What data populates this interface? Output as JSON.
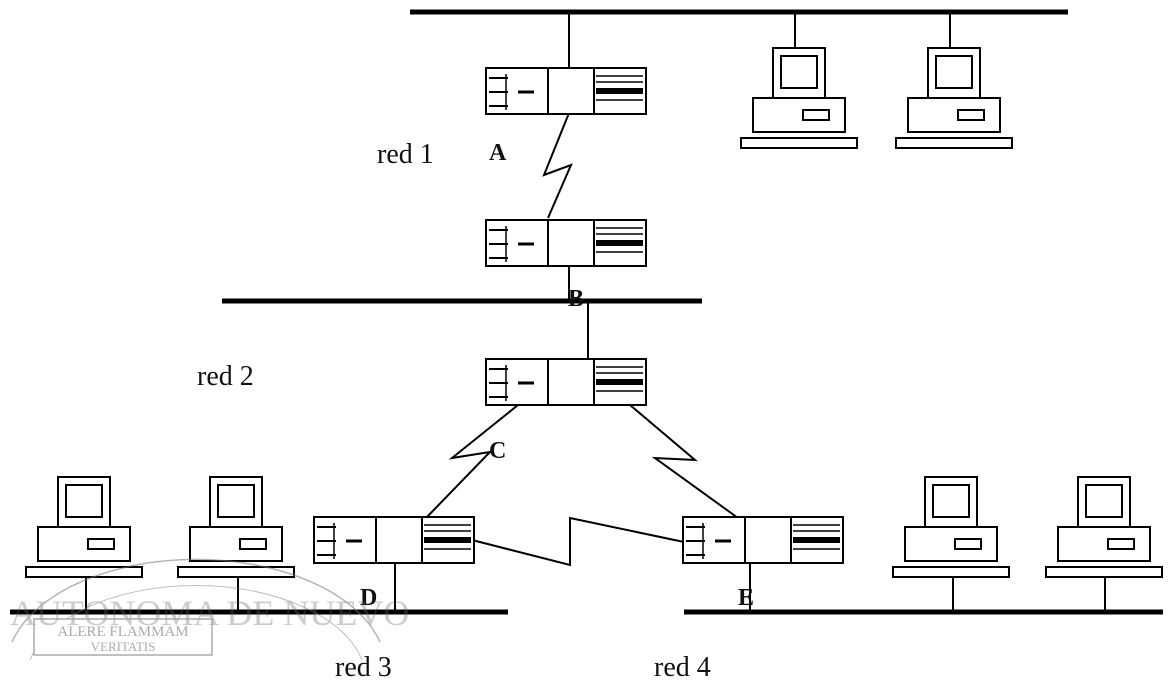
{
  "networks": [
    {
      "id": "red1",
      "label": "red 1"
    },
    {
      "id": "red2",
      "label": "red 2"
    },
    {
      "id": "red3",
      "label": "red 3"
    },
    {
      "id": "red4",
      "label": "red 4"
    }
  ],
  "routers": [
    {
      "id": "A",
      "label": "A"
    },
    {
      "id": "B",
      "label": "B"
    },
    {
      "id": "C",
      "label": "C"
    },
    {
      "id": "D",
      "label": "D"
    },
    {
      "id": "E",
      "label": "E"
    }
  ],
  "links": [
    {
      "from": "A",
      "to": "B",
      "type": "serial"
    },
    {
      "from": "C",
      "to": "D",
      "type": "serial"
    },
    {
      "from": "C",
      "to": "E",
      "type": "serial"
    },
    {
      "from": "D",
      "to": "E",
      "type": "serial"
    }
  ],
  "watermark": {
    "line1": "ALERE FLAMMAM",
    "line2": "VERITATIS",
    "arc": "AUTONOMA DE NUEVO"
  }
}
